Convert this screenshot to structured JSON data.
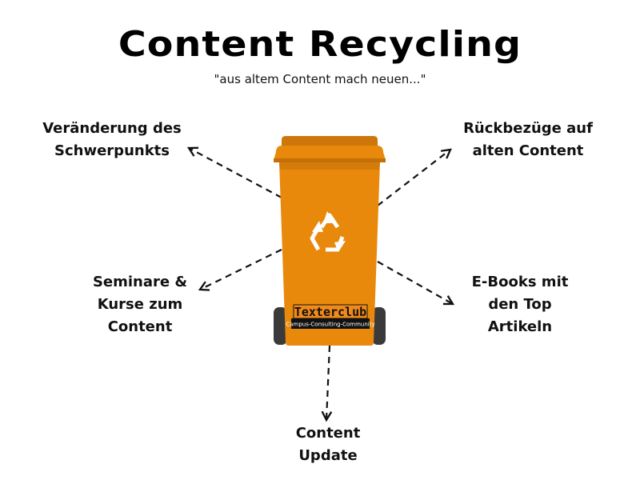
{
  "title": "Content Recycling",
  "subtitle": "\"aus altem Content mach neuen...\"",
  "bin": {
    "brand": "Texterclub",
    "tagline": "Campus-Consulting-Community",
    "body_color": "#E8890C",
    "lid_color": "#E8890C",
    "wheel_color": "#3A3A3A"
  },
  "branches": [
    {
      "lines": [
        "Veränderung des",
        "Schwerpunkts"
      ]
    },
    {
      "lines": [
        "Rückbezüge auf",
        "alten Content"
      ]
    },
    {
      "lines": [
        "Seminare &",
        "Kurse zum",
        "Content"
      ]
    },
    {
      "lines": [
        "E-Books mit",
        "den Top",
        "Artikeln"
      ]
    },
    {
      "lines": [
        "Content",
        "Update"
      ]
    }
  ]
}
